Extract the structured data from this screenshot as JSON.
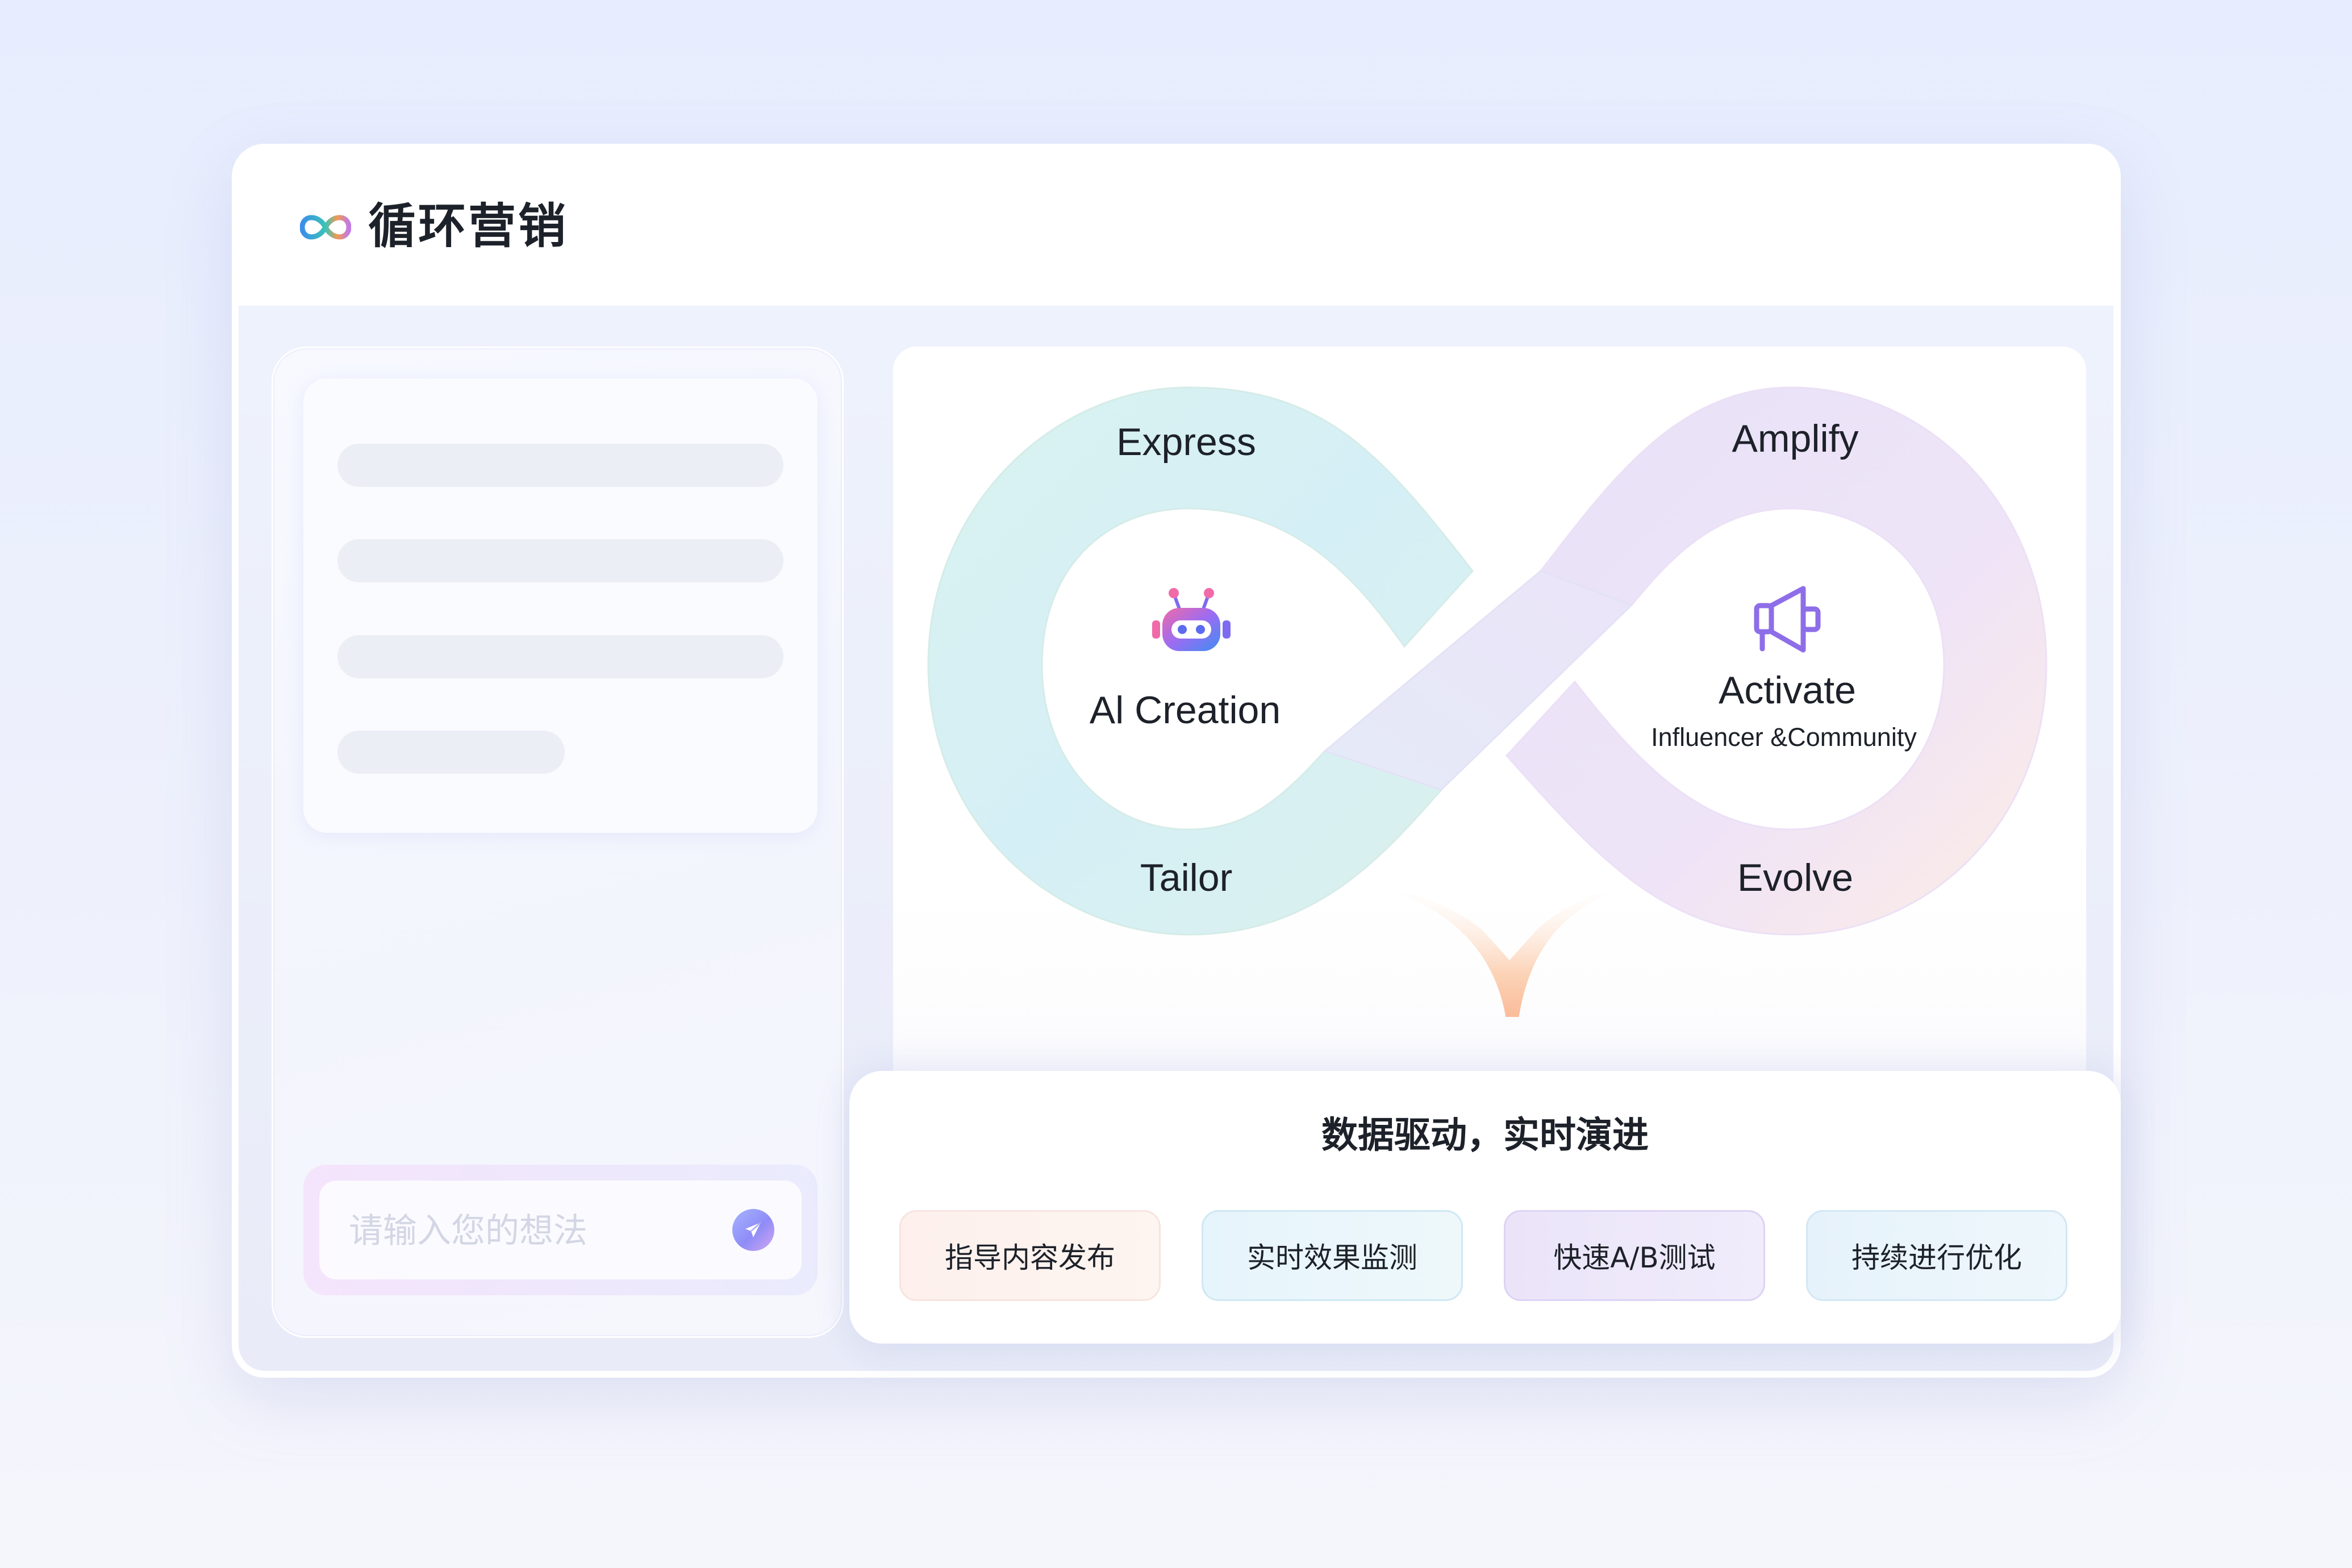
{
  "app": {
    "title": "循环营销",
    "logo_icon": "infinity-logo-icon"
  },
  "chat": {
    "placeholder": "请输入您的想法",
    "send_icon": "paper-plane-icon"
  },
  "diagram": {
    "labels": {
      "top_left": "Express",
      "bottom_left": "Tailor",
      "top_right": "Amplify",
      "bottom_right": "Evolve"
    },
    "left_loop": {
      "title": "Al Creation",
      "icon": "robot-icon"
    },
    "right_loop": {
      "title": "Activate",
      "subtitle": "Influencer &Community",
      "icon": "megaphone-icon"
    },
    "arrow_icon": "arrow-down-icon"
  },
  "summary": {
    "title": "数据驱动，实时演进",
    "chips": [
      {
        "label": "指导内容发布"
      },
      {
        "label": "实时效果监测"
      },
      {
        "label": "快速A/B测试"
      },
      {
        "label": "持续进行优化"
      }
    ]
  },
  "colors": {
    "left_loop": "#cfeee9",
    "right_loop": "#ece3f9",
    "arrow": "#f9ad84",
    "send_button": "#8f8cf7",
    "chip_backgrounds": [
      "#fdf1ee",
      "#e8f6fb",
      "#ece6f9",
      "#e6f2fb"
    ]
  }
}
